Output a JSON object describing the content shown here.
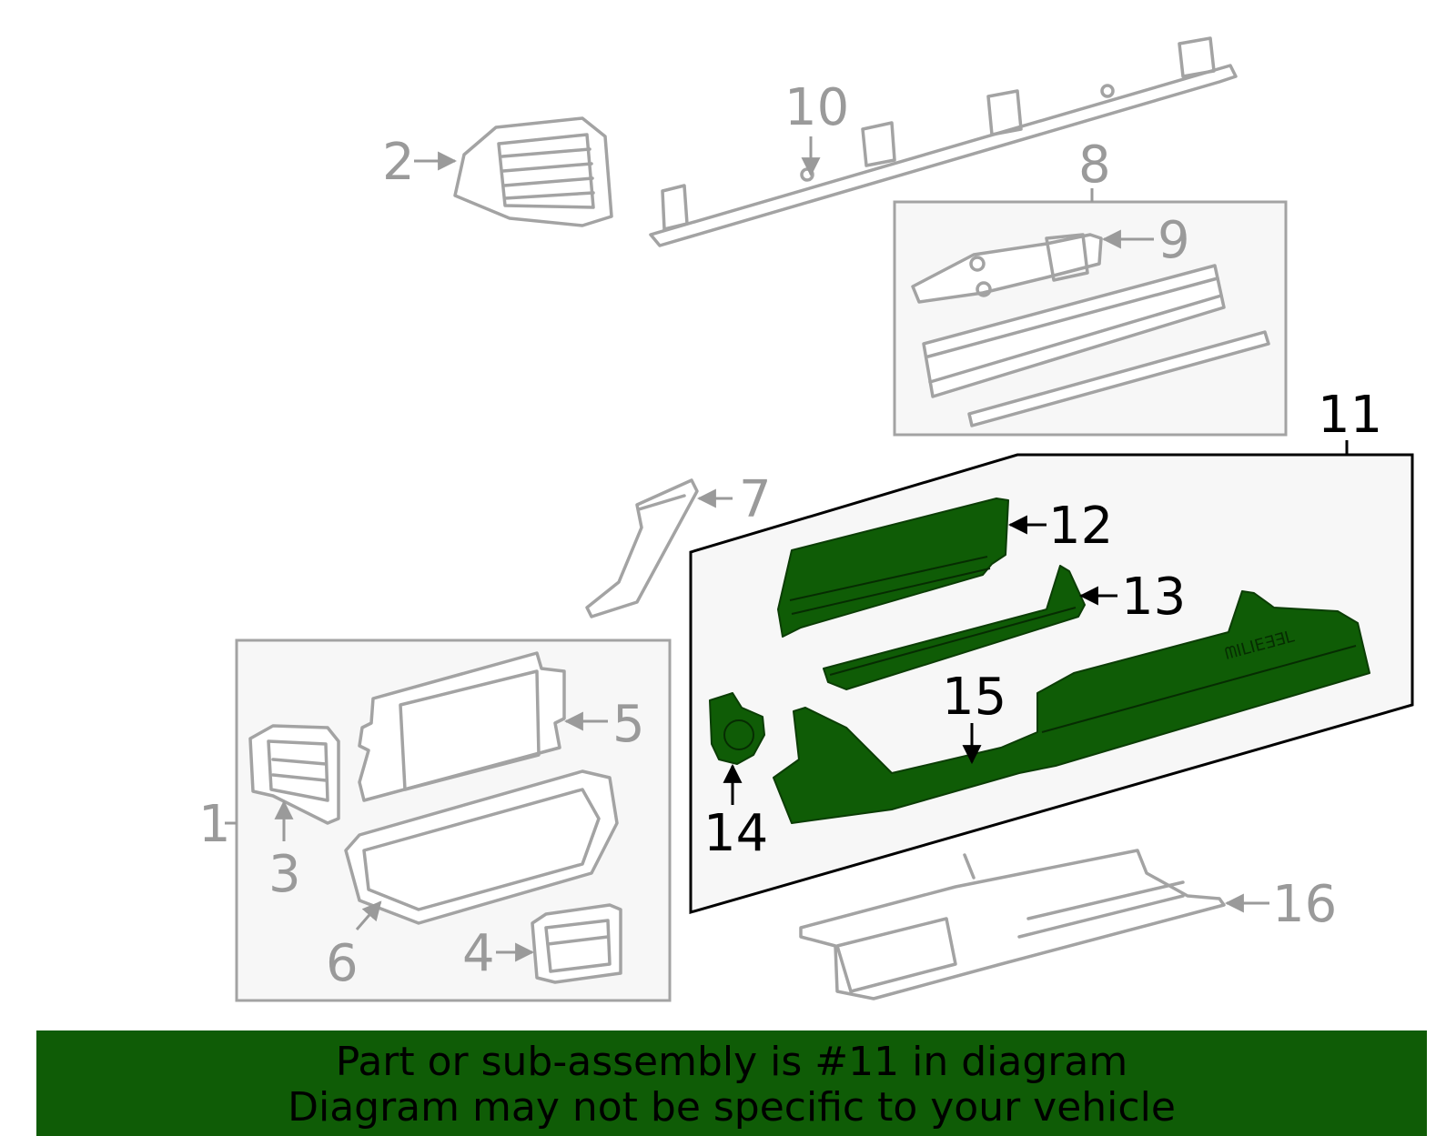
{
  "callouts": {
    "c1": "1",
    "c2": "2",
    "c3": "3",
    "c4": "4",
    "c5": "5",
    "c6": "6",
    "c7": "7",
    "c8": "8",
    "c9": "9",
    "c10": "10",
    "c11": "11",
    "c12": "12",
    "c13": "13",
    "c14": "14",
    "c15": "15",
    "c16": "16"
  },
  "banner": {
    "line1": "Part or sub-assembly is #11 in diagram",
    "line2": "Diagram may not be specific to your vehicle"
  },
  "colors": {
    "highlight": "#0f5c06",
    "parts": "#a3a3a3",
    "callout_gray": "#9a9a9a"
  }
}
